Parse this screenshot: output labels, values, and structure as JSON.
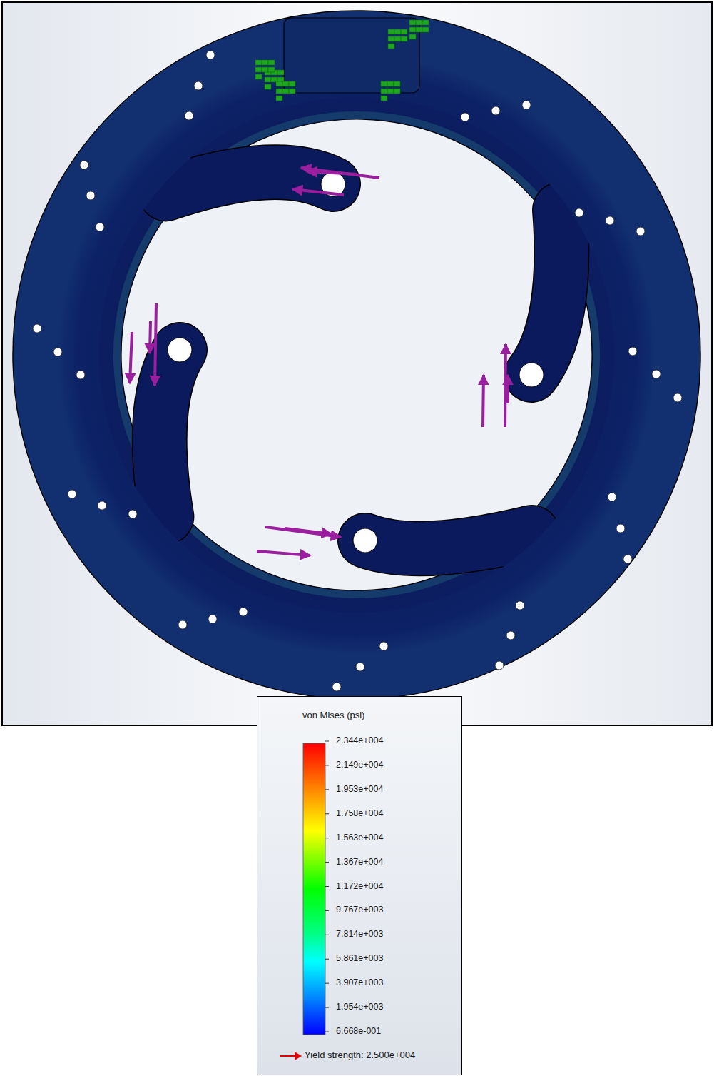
{
  "diagram": {
    "nodes": [
      {
        "text": [
          "von Mises (psi)",
          "Yield strength: 2.500e+004"
        ]
      }
    ],
    "labels": [
      "2.344e+004",
      "2.149e+004",
      "1.953e+004",
      "1.758e+004",
      "1.563e+004",
      "1.367e+004",
      "1.172e+004",
      "9.767e+003",
      "7.814e+003",
      "5.861e+003",
      "3.907e+003",
      "1.954e+003",
      "6.668e-001"
    ]
  }
}
